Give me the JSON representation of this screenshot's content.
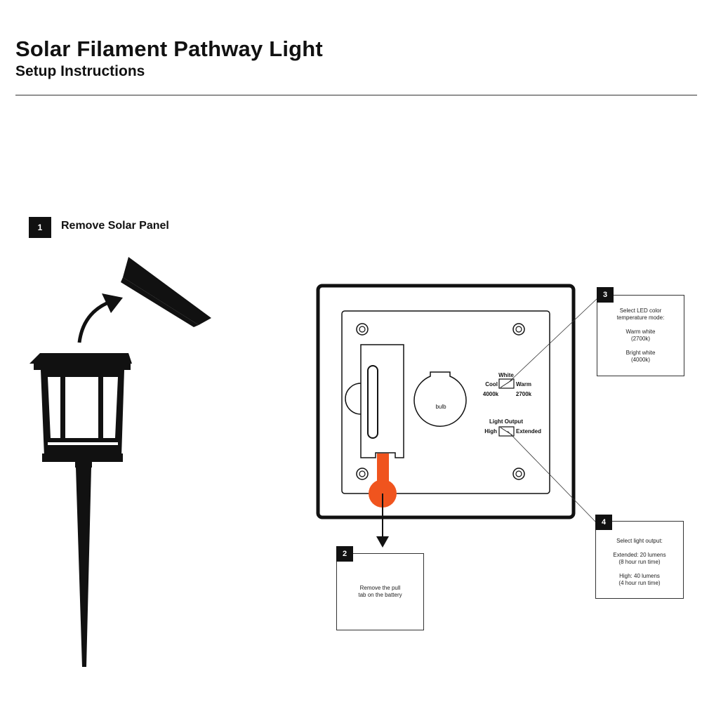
{
  "header": {
    "title": "Solar Filament Pathway Light",
    "subtitle": "Setup Instructions"
  },
  "steps": {
    "step1": {
      "number": "1",
      "label": "Remove Solar Panel"
    },
    "step2": {
      "number": "2",
      "text": "Remove the pull\ntab on the battery"
    },
    "step3": {
      "number": "3",
      "heading": "Select LED color\ntemperature mode:",
      "option_a": "Warm white\n(2700k)",
      "option_b": "Bright white\n(4000k)"
    },
    "step4": {
      "number": "4",
      "heading": "Select light output:",
      "option_a": "Extended: 20 lumens\n(8 hour run time)",
      "option_b": "High: 40 lumens\n(4 hour run time)"
    }
  },
  "panel": {
    "bulb_label": "bulb",
    "color_switch": {
      "title": "White",
      "left": "Cool",
      "left_value": "4000k",
      "right": "Warm",
      "right_value": "2700k"
    },
    "output_switch": {
      "title": "Light Output",
      "left": "High",
      "right": "Extended"
    }
  },
  "colors": {
    "ink": "#111111",
    "pull_tab": "#f0541e",
    "lamp_glass": "#ffffff"
  }
}
